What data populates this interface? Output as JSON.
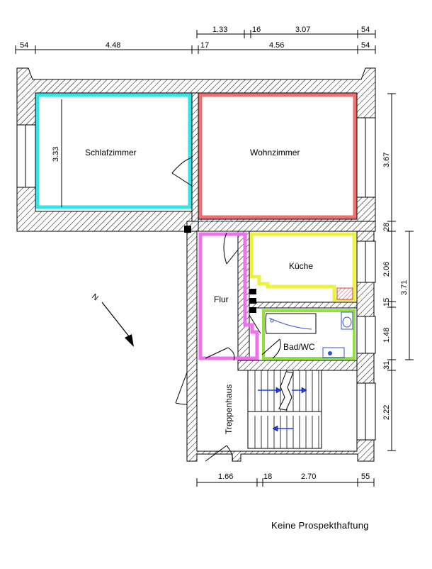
{
  "rooms": {
    "schlafzimmer": "Schlafzimmer",
    "wohnzimmer": "Wohnzimmer",
    "kueche": "Küche",
    "flur": "Flur",
    "bad": "Bad/WC",
    "treppenhaus": "Treppenhaus"
  },
  "dimensions": {
    "top_row1": [
      "1.33",
      "16",
      "3.07",
      "54"
    ],
    "top_row2": [
      "54",
      "4.48",
      "17",
      "4.56",
      "54"
    ],
    "bottom": [
      "1.66",
      "18",
      "2.70",
      "55"
    ],
    "right_inner": [
      "3.67",
      "28",
      "2.06",
      "15",
      "1.48",
      "31",
      "2.22"
    ],
    "right_outer": "3.71",
    "schlaf_width": "3.33"
  },
  "north_label": "N",
  "note": "Keine Prospekthaftung",
  "colors": {
    "schlafzimmer": "#33e6e6",
    "wohnzimmer": "#f07070",
    "kueche": "#f0f040",
    "flur": "#f070f0",
    "bad": "#90e040",
    "stairs_arrow": "#1a3cff",
    "window": "#3050d0"
  }
}
